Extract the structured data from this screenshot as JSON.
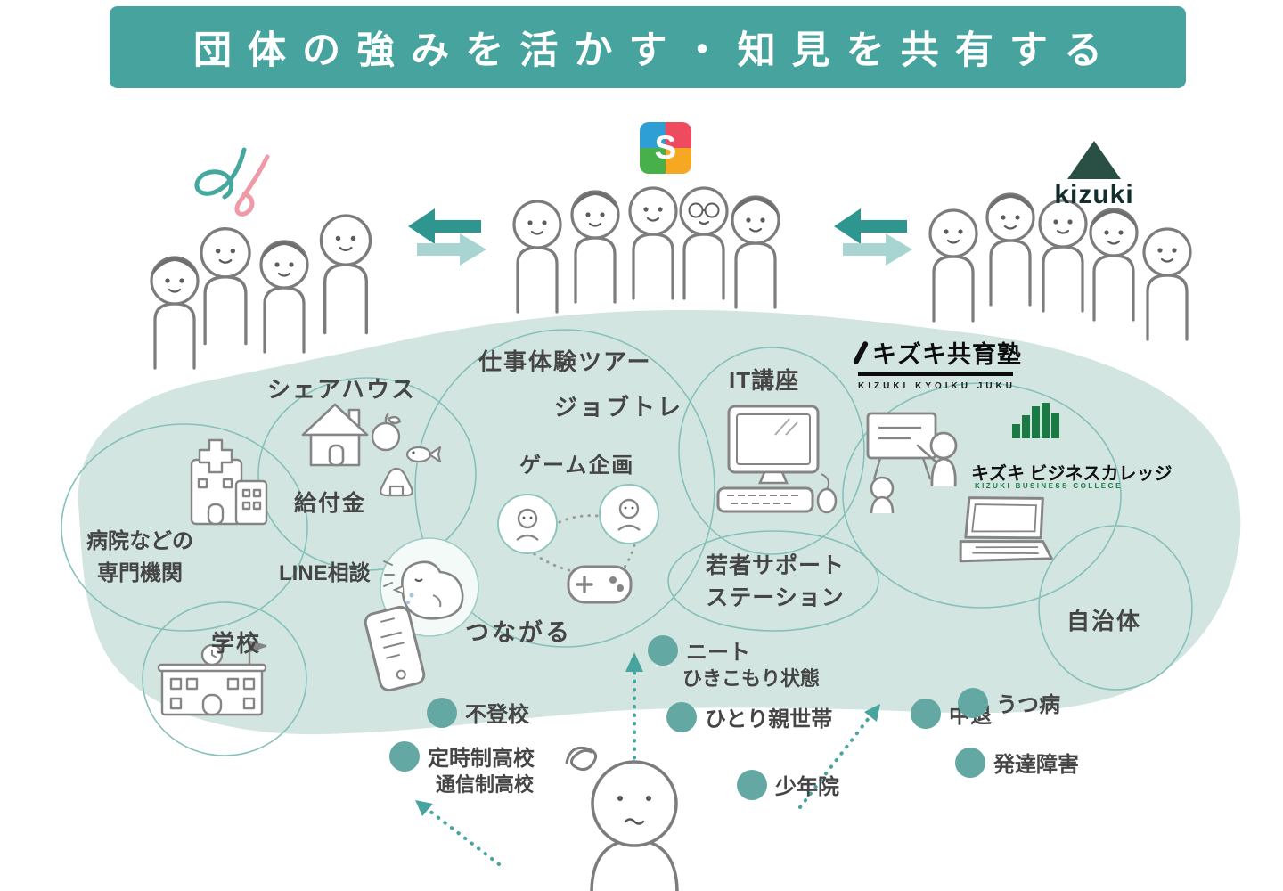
{
  "banner": {
    "title": "団体の強みを活かす・知見を共有する"
  },
  "partners": {
    "sodateage": {
      "logo_letter": "S"
    },
    "kizuki": {
      "wordmark": "kizuki"
    }
  },
  "brands": {
    "kyoiku_juku": {
      "title": "キズキ共育塾",
      "subtitle": "KIZUKI KYOIKU JUKU"
    },
    "business_college": {
      "title": "キズキ ビジネスカレッジ",
      "subtitle": "KIZUKI BUSINESS COLLEGE"
    }
  },
  "programs": {
    "sharehouse": "シェアハウス",
    "work_tour": "仕事体験ツアー",
    "jobtre": "ジョブトレ",
    "it_course": "IT講座",
    "game_plan": "ゲーム企画",
    "kyufukin": "給付金",
    "hospital_line1": "病院などの",
    "hospital_line2": "専門機関",
    "line_soudan": "LINE相談",
    "tsunagaru": "つながる",
    "saposute_line1": "若者サポート",
    "saposute_line2": "ステーション",
    "jichitai": "自治体",
    "gakkou": "学校"
  },
  "situations": [
    {
      "label": "ニート",
      "sub": "ひきこもり状態"
    },
    {
      "label": "ひとり親世帯"
    },
    {
      "label": "不登校"
    },
    {
      "label": "定時制高校",
      "sub": "通信制高校"
    },
    {
      "label": "少年院"
    },
    {
      "label": "中退"
    },
    {
      "label": "うつ病"
    },
    {
      "label": "発達障害"
    }
  ],
  "colors": {
    "banner_teal": "#47a39d",
    "blob": "#d2e5e1",
    "dot_teal": "#63a8a3",
    "arrow_dark": "#2f968f",
    "arrow_light": "#a8d5d1",
    "kizuki_green": "#2a5046",
    "kbc_green": "#1b7a44",
    "sketch_gray": "#858585"
  }
}
